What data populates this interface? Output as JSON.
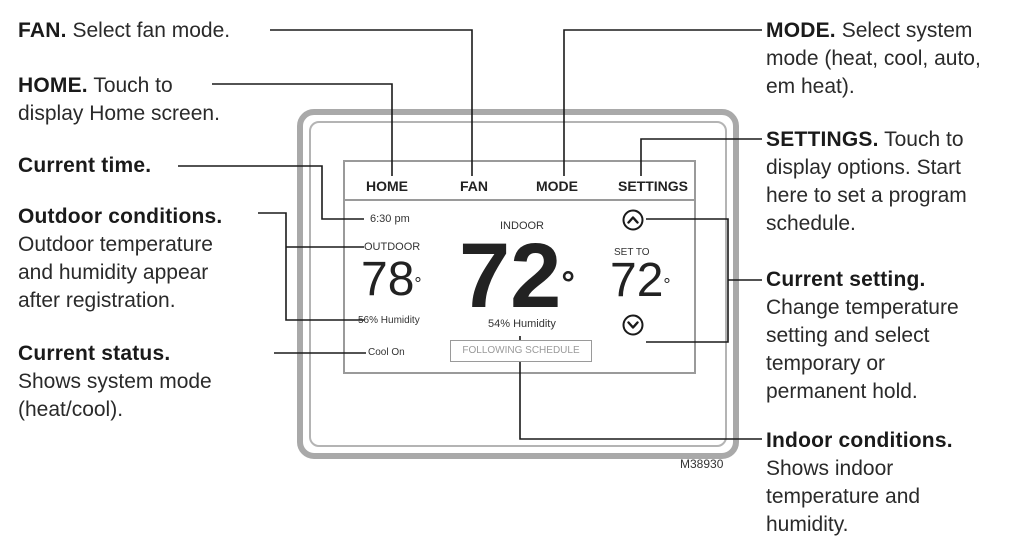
{
  "callouts": {
    "fan": {
      "title": "FAN.",
      "text": "Select fan mode."
    },
    "home": {
      "title": "HOME.",
      "text_line1": "Touch to",
      "text_line2": "display Home screen."
    },
    "time": {
      "title": "Current time."
    },
    "outdoor": {
      "title": "Outdoor conditions.",
      "line1": "Outdoor temperature",
      "line2": "and humidity appear",
      "line3": "after registration."
    },
    "status": {
      "title": "Current status.",
      "line1": "Shows system mode",
      "line2": "(heat/cool)."
    },
    "mode": {
      "title": "MODE.",
      "text_line1": "Select system",
      "line2": "mode (heat, cool, auto,",
      "line3": "em heat)."
    },
    "settings": {
      "title": "SETTINGS.",
      "text_line1": "Touch to",
      "line2": "display options. Start",
      "line3": "here to set a program",
      "line4": "schedule."
    },
    "setting": {
      "title": "Current setting.",
      "line1": "Change temperature",
      "line2": "setting and select",
      "line3": "temporary or",
      "line4": "permanent hold."
    },
    "indoor": {
      "title": "Indoor conditions.",
      "line1": "Shows indoor",
      "line2": "temperature and",
      "line3": "humidity."
    }
  },
  "thermostat": {
    "nav": {
      "home": "HOME",
      "fan": "FAN",
      "mode": "MODE",
      "settings": "SETTINGS"
    },
    "time": "6:30 pm",
    "indoor_label": "INDOOR",
    "outdoor_label": "OUTDOOR",
    "outdoor_temp": "78",
    "indoor_temp": "72",
    "set_to_label": "SET TO",
    "set_temp": "72",
    "degree": "°",
    "outdoor_humidity": "56% Humidity",
    "indoor_humidity": "54% Humidity",
    "status": "Cool On",
    "schedule_button": "FOLLOWING SCHEDULE"
  },
  "figure_id": "M38930",
  "icons": {
    "up": "chevron-up-icon",
    "down": "chevron-down-icon"
  }
}
